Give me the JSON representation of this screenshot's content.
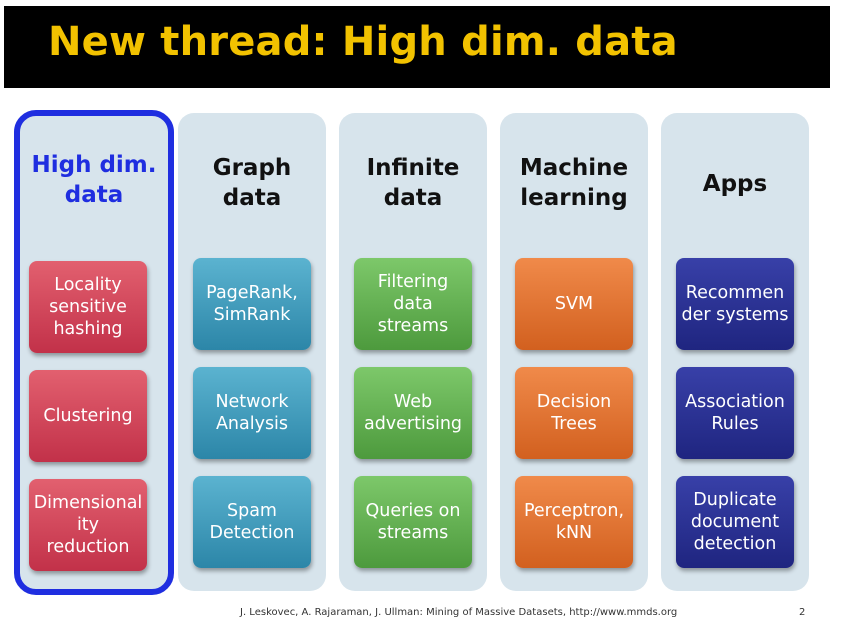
{
  "title": "New thread: High dim. data",
  "columns": [
    {
      "heading": "High dim.\ndata",
      "items": [
        "Locality\nsensitive\nhashing",
        "Clustering",
        "Dimensional\nity\nreduction"
      ]
    },
    {
      "heading": "Graph\ndata",
      "items": [
        "PageRank,\nSimRank",
        "Network\nAnalysis",
        "Spam\nDetection"
      ]
    },
    {
      "heading": "Infinite\ndata",
      "items": [
        "Filtering\ndata\nstreams",
        "Web\nadvertising",
        "Queries on\nstreams"
      ]
    },
    {
      "heading": "Machine\nlearning",
      "items": [
        "SVM",
        "Decision\nTrees",
        "Perceptron,\nkNN"
      ]
    },
    {
      "heading": "Apps",
      "items": [
        "Recommen\nder systems",
        "Association\nRules",
        "Duplicate\ndocument\ndetection"
      ]
    }
  ],
  "footer": "J. Leskovec, A. Rajaraman, J. Ullman: Mining of Massive Datasets, http://www.mmds.org",
  "page_number": "2",
  "colors": {
    "title_bar": "#000000",
    "title_text": "#f2c200",
    "selected_outline": "#1f2ee0",
    "column_bg": "#d7e4ec",
    "high_dim_boxes": "#c23149",
    "graph_boxes": "#2c86a8",
    "infinite_boxes": "#4d9a3d",
    "ml_boxes": "#d2601f",
    "apps_boxes": "#1f2580"
  }
}
